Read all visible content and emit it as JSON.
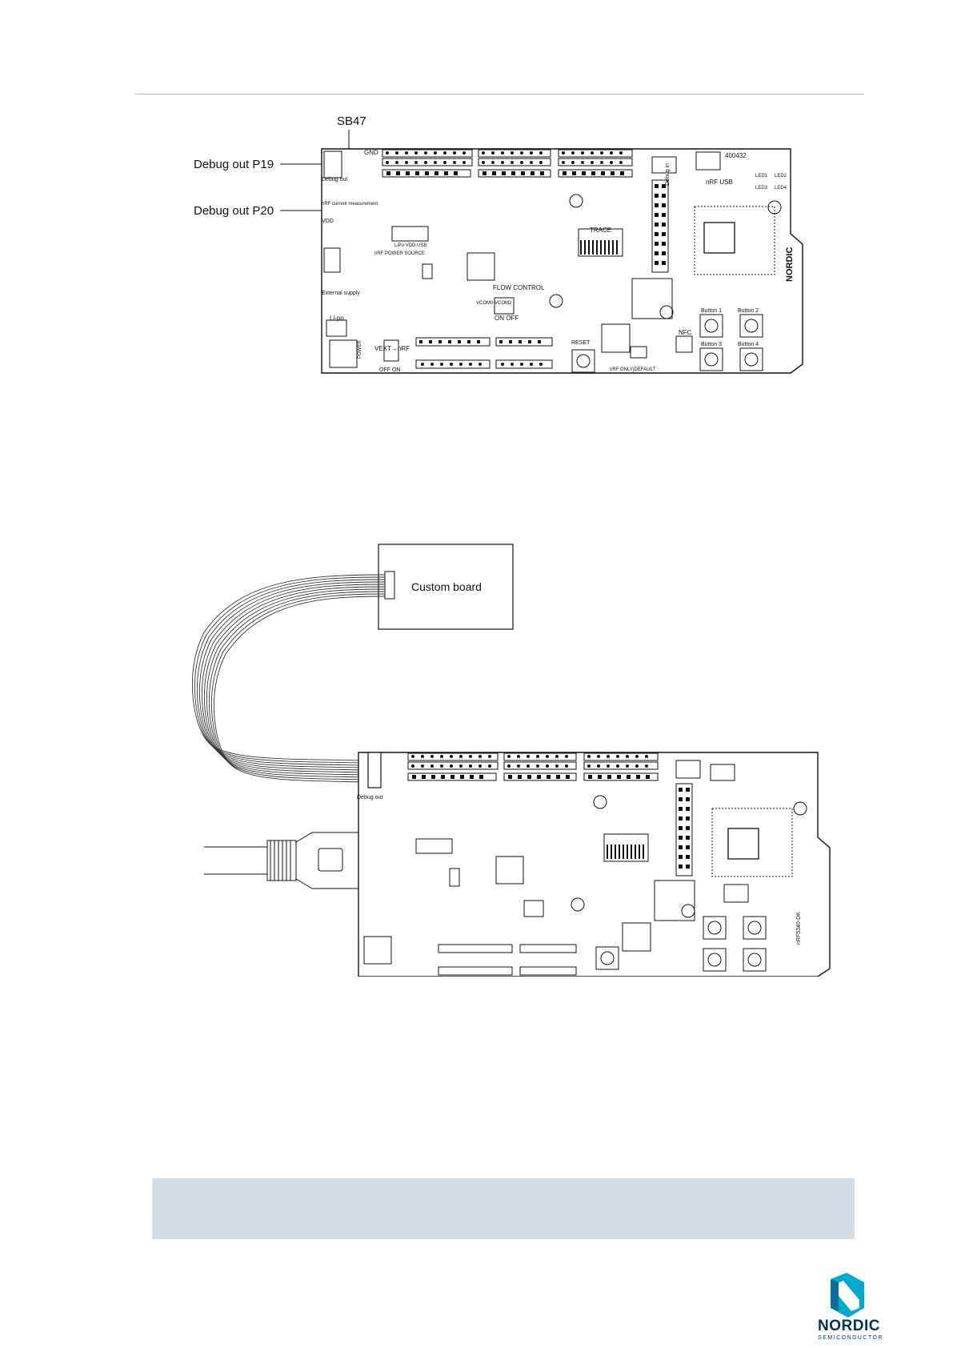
{
  "figure1": {
    "callouts": {
      "sb47": "SB47",
      "debug_out_p19": "Debug out P19",
      "debug_out_p20": "Debug out P20"
    },
    "board": {
      "id": "400432",
      "gnd": "GND",
      "debug_in": "Debug in",
      "nrf_usb": "nRF USB",
      "trace": "TRACE",
      "flow_control": "FLOW CONTROL",
      "vcom": "VCOM0 VCOM2",
      "on_off": "ON OFF",
      "external_supply": "External supply",
      "li_po": "Li-po",
      "power": "POWER",
      "vext_nrf": "VEXT→nRF",
      "off_on": "OFF ON",
      "reset": "RESET",
      "nfc": "NFC",
      "nrf_only_default": "nRF ONLY|DEFAULT",
      "nordic": "NORDIC",
      "buttons": [
        "Button 1",
        "Button 2",
        "Button 3",
        "Button 4"
      ],
      "leds": [
        "LED1",
        "LED2",
        "LED3",
        "LED4"
      ],
      "vdd_usb": "LiPo VDD USB",
      "power_source": "nRF POWER SOURCE",
      "debug_out": "Debug out",
      "nrf_current": "nRF current measurement",
      "vdd": "VDD"
    }
  },
  "figure2": {
    "custom_board": "Custom board",
    "debug_out": "Debug out",
    "board_name": "nRF5340-DK"
  },
  "footer": {
    "logo_word": "NORDIC",
    "logo_sub": "SEMICONDUCTOR"
  }
}
